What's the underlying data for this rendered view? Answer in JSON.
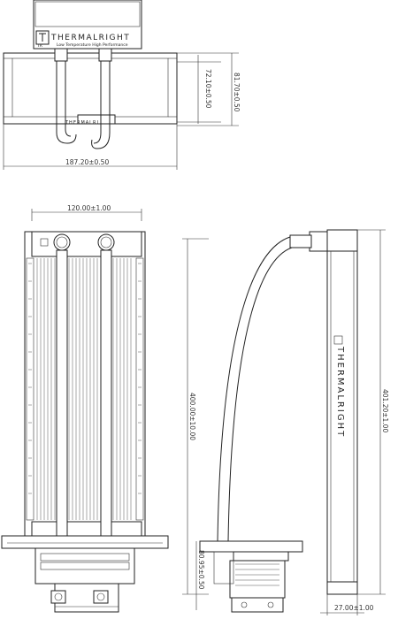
{
  "brand": {
    "name": "THERMALRIGHT",
    "tagline": "Low Temperature High Performance",
    "logo_mark": "TR"
  },
  "dimensions": {
    "top_width": "187.20±0.50",
    "top_inner_height": "72.10±0.50",
    "top_outer_height": "81.70±0.50",
    "front_width": "120.00±1.00",
    "tube_length": "400.00±10.00",
    "radiator_height": "401.20±1.00",
    "pump_height": "80.95±0.50",
    "radiator_thickness": "27.00±1.00"
  },
  "side_brand": "THERMALRIGHT",
  "top_brand_short": "THERMALRI"
}
